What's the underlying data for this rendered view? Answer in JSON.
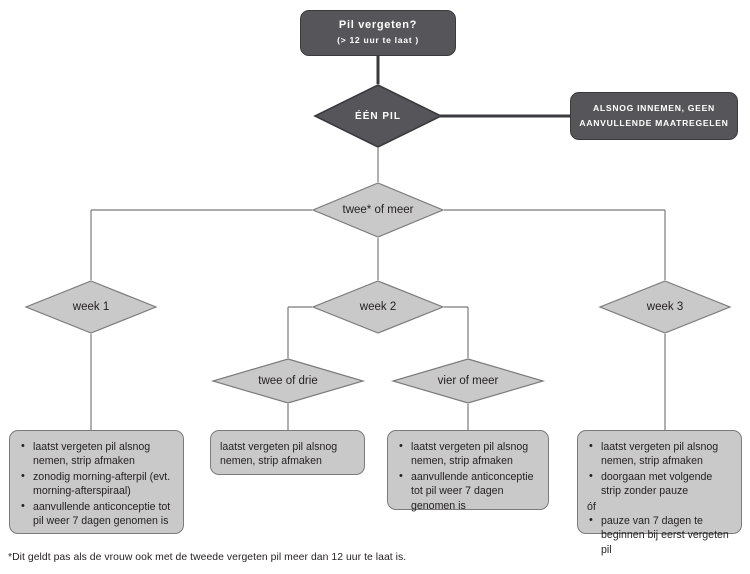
{
  "diagram": {
    "title_box": {
      "line1": "Pil vergeten?",
      "line2": "(> 12 uur te laat )"
    },
    "decision_one_pill": "één pil",
    "outcome_one_pill": {
      "line1": "Alsnog innemen, geen",
      "line2": "aanvullende maatregelen"
    },
    "decision_two_or_more": "twee* of meer",
    "week1": "week 1",
    "week2": "week 2",
    "week3": "week 3",
    "two_or_three": "twee of drie",
    "four_or_more": "vier of meer",
    "result_week1": {
      "items": [
        "laatst vergeten pil alsnog nemen, strip afmaken",
        "zonodig morning-afterpil (evt. morning-afterspiraal)",
        "aanvullende anticonceptie tot pil weer 7 dagen genomen is"
      ]
    },
    "result_two_or_three": {
      "text": "laatst vergeten pil alsnog nemen, strip afmaken"
    },
    "result_four_or_more": {
      "items": [
        "laatst vergeten pil alsnog nemen, strip afmaken",
        "aanvullende anticonceptie tot pil weer 7 dagen genomen is"
      ]
    },
    "result_week3": {
      "item1": "laatst vergeten pil alsnog nemen, strip afmaken",
      "item2": "doorgaan met volgende strip zonder pauze",
      "separator": "óf",
      "item3": "pauze van 7 dagen  te beginnen bij eerst vergeten pil"
    },
    "footnote": "*Dit geldt pas als de vrouw ook met de tweede vergeten pil meer dan 12 uur te laat is."
  },
  "colors": {
    "dark_fill": "#56565A",
    "dark_stroke": "#3A3A3D",
    "light_fill": "#C9C9C9",
    "light_stroke": "#7B7B7B",
    "text_dark": "#231F20",
    "text_light": "#FFFFFF",
    "background": "#FFFFFF"
  }
}
